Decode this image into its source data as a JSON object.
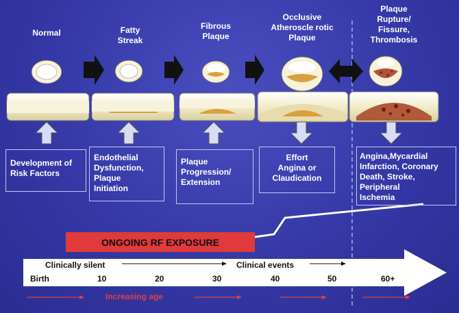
{
  "stages": [
    {
      "label": "Normal"
    },
    {
      "label": "Fatty\nStreak"
    },
    {
      "label": "Fibrous\nPlaque"
    },
    {
      "label": "Occlusive\nAtheroscle rotic\nPlaque"
    },
    {
      "label": "Plaque\nRupture/\nFissure,\nThrombosis"
    }
  ],
  "descriptions": [
    "Development of\nRisk Factors",
    "Endothelial\nDysfunction,\nPlaque\nInitiation",
    "Plaque\nProgression/\nExtension",
    "Effort\nAngina or\nClaudication",
    "Angina,Mycardial\nInfarction, Coronary\nDeath, Stroke,\nPeripheral\nIschemia"
  ],
  "rf_bar": "ONGOING RF EXPOSURE",
  "timeline": {
    "clinically_silent": "Clinically silent",
    "clinical_events": "Clinical events",
    "ages": [
      "Birth",
      "10",
      "20",
      "30",
      "40",
      "50",
      "60+"
    ]
  },
  "increasing_age": "Increasing age",
  "colors": {
    "background": "#3538a6",
    "artery": "#f3ecc8",
    "plaque": "#d8a040",
    "rf_bar": "#e03a3a",
    "age_text": "#e04040",
    "up_arrow": "#d8dcf4"
  }
}
